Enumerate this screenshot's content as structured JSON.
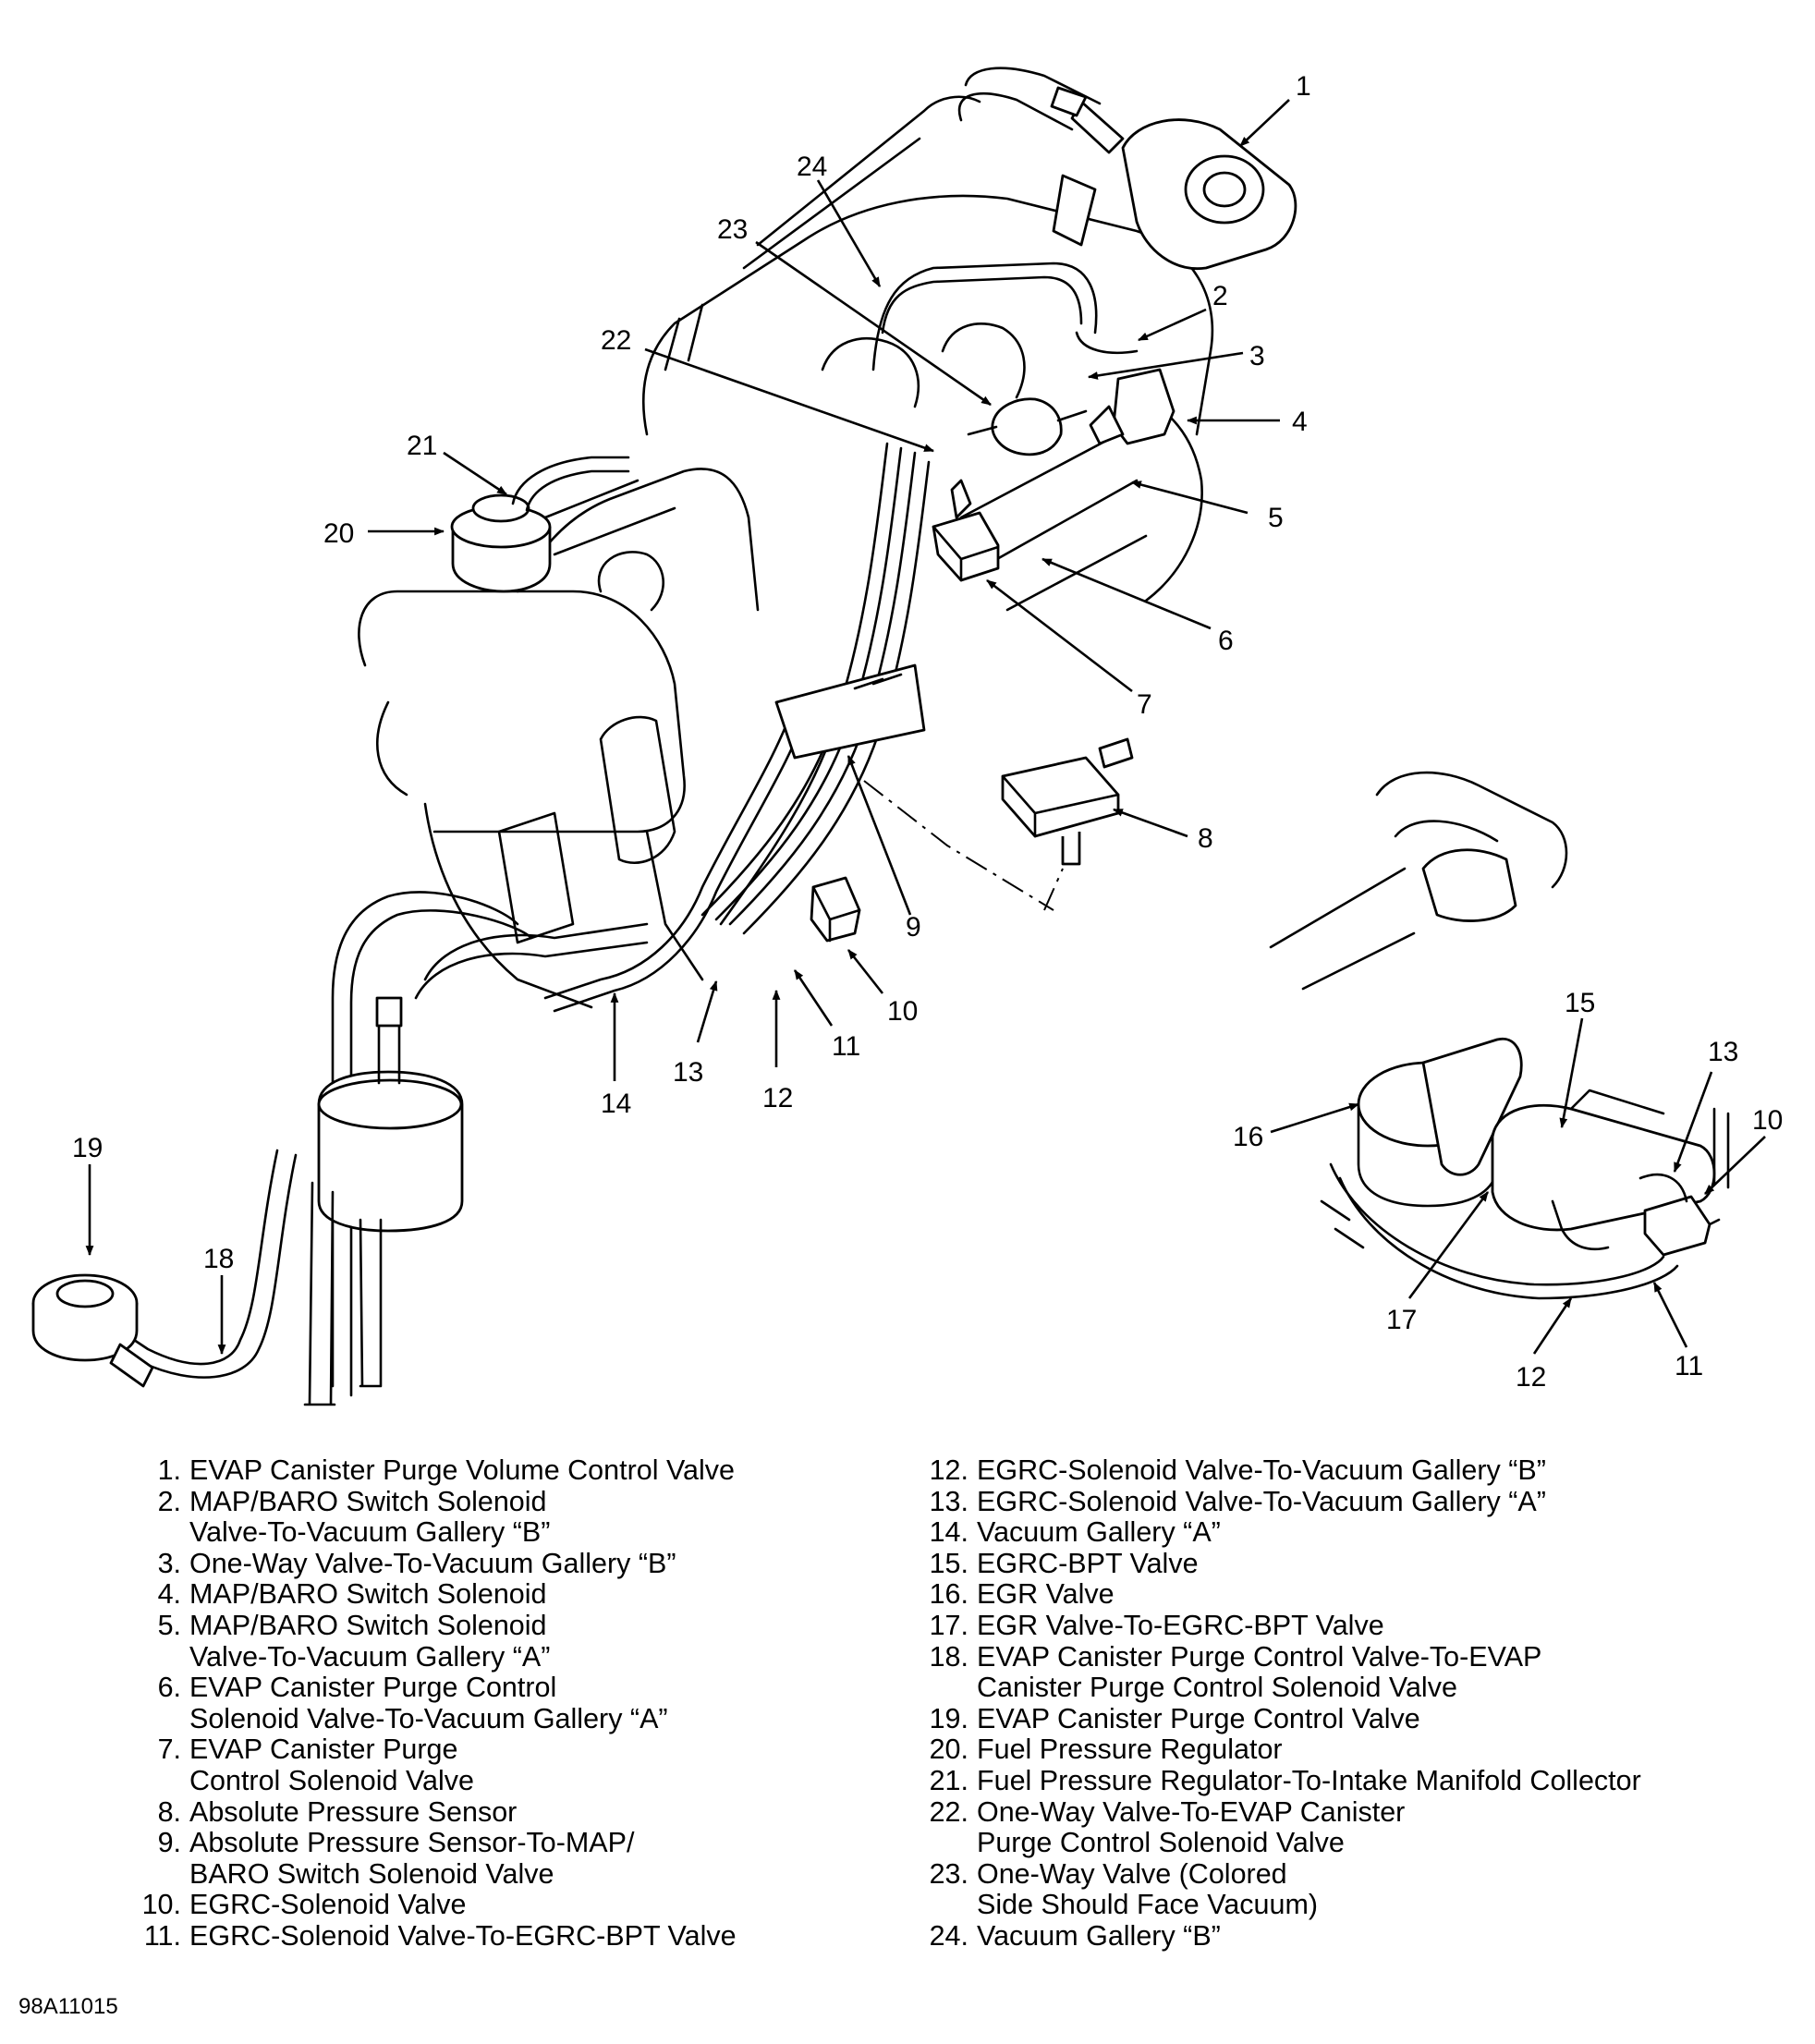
{
  "callouts": [
    {
      "n": "1"
    },
    {
      "n": "2"
    },
    {
      "n": "3"
    },
    {
      "n": "4"
    },
    {
      "n": "5"
    },
    {
      "n": "6"
    },
    {
      "n": "7"
    },
    {
      "n": "8"
    },
    {
      "n": "9"
    },
    {
      "n": "10"
    },
    {
      "n": "11"
    },
    {
      "n": "12"
    },
    {
      "n": "13"
    },
    {
      "n": "14"
    },
    {
      "n": "19"
    },
    {
      "n": "18"
    },
    {
      "n": "20"
    },
    {
      "n": "21"
    },
    {
      "n": "22"
    },
    {
      "n": "23"
    },
    {
      "n": "24"
    },
    {
      "n": "15"
    },
    {
      "n": "13"
    },
    {
      "n": "10"
    },
    {
      "n": "16"
    },
    {
      "n": "17"
    },
    {
      "n": "12"
    },
    {
      "n": "11"
    }
  ],
  "legend_left": [
    {
      "num": "1.",
      "lines": [
        "EVAP Canister Purge Volume Control Valve"
      ]
    },
    {
      "num": "2.",
      "lines": [
        "MAP/BARO Switch Solenoid",
        "Valve-To-Vacuum Gallery “B”"
      ]
    },
    {
      "num": "3.",
      "lines": [
        "One-Way Valve-To-Vacuum Gallery “B”"
      ]
    },
    {
      "num": "4.",
      "lines": [
        "MAP/BARO Switch Solenoid"
      ]
    },
    {
      "num": "5.",
      "lines": [
        "MAP/BARO Switch Solenoid",
        "Valve-To-Vacuum Gallery “A”"
      ]
    },
    {
      "num": "6.",
      "lines": [
        "EVAP Canister Purge Control",
        "Solenoid Valve-To-Vacuum Gallery “A”"
      ]
    },
    {
      "num": "7.",
      "lines": [
        "EVAP Canister Purge",
        "Control Solenoid Valve"
      ]
    },
    {
      "num": "8.",
      "lines": [
        "Absolute Pressure Sensor"
      ]
    },
    {
      "num": "9.",
      "lines": [
        "Absolute Pressure Sensor-To-MAP/",
        "BARO Switch Solenoid Valve"
      ]
    },
    {
      "num": "10.",
      "lines": [
        "EGRC-Solenoid Valve"
      ]
    },
    {
      "num": "11.",
      "lines": [
        "EGRC-Solenoid Valve-To-EGRC-BPT Valve"
      ]
    }
  ],
  "legend_right": [
    {
      "num": "12.",
      "lines": [
        "EGRC-Solenoid Valve-To-Vacuum Gallery “B”"
      ]
    },
    {
      "num": "13.",
      "lines": [
        "EGRC-Solenoid Valve-To-Vacuum Gallery “A”"
      ]
    },
    {
      "num": "14.",
      "lines": [
        "Vacuum Gallery “A”"
      ]
    },
    {
      "num": "15.",
      "lines": [
        "EGRC-BPT Valve"
      ]
    },
    {
      "num": "16.",
      "lines": [
        "EGR Valve"
      ]
    },
    {
      "num": "17.",
      "lines": [
        "EGR Valve-To-EGRC-BPT Valve"
      ]
    },
    {
      "num": "18.",
      "lines": [
        "EVAP Canister Purge Control Valve-To-EVAP",
        "Canister Purge Control Solenoid Valve"
      ]
    },
    {
      "num": "19.",
      "lines": [
        "EVAP Canister Purge Control Valve"
      ]
    },
    {
      "num": "20.",
      "lines": [
        "Fuel Pressure Regulator"
      ]
    },
    {
      "num": "21.",
      "lines": [
        "Fuel Pressure Regulator-To-Intake Manifold Collector"
      ]
    },
    {
      "num": "22.",
      "lines": [
        "One-Way Valve-To-EVAP Canister",
        "Purge Control Solenoid Valve"
      ]
    },
    {
      "num": "23.",
      "lines": [
        "One-Way Valve (Colored",
        "Side Should Face Vacuum)"
      ]
    },
    {
      "num": "24.",
      "lines": [
        "Vacuum Gallery “B”"
      ]
    }
  ],
  "figure_code": "98A11015"
}
